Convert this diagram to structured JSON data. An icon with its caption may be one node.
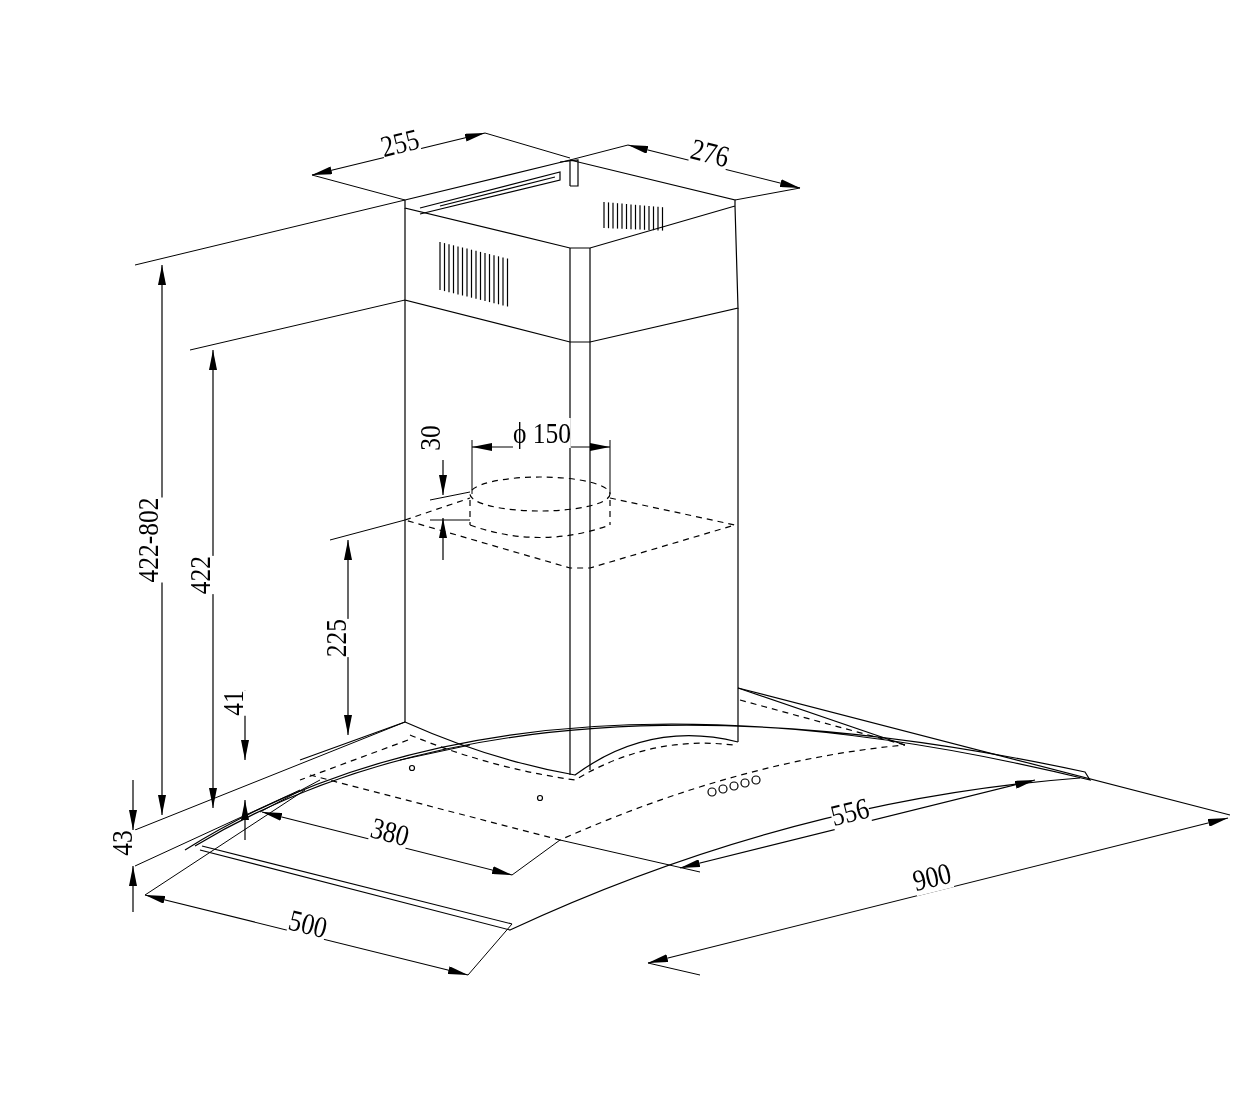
{
  "diagram": {
    "labels": [
      "255",
      "276",
      "422-802",
      "422",
      "ϕ 150",
      "30",
      "225",
      "41",
      "556",
      "380",
      "43",
      "900",
      "500"
    ]
  }
}
